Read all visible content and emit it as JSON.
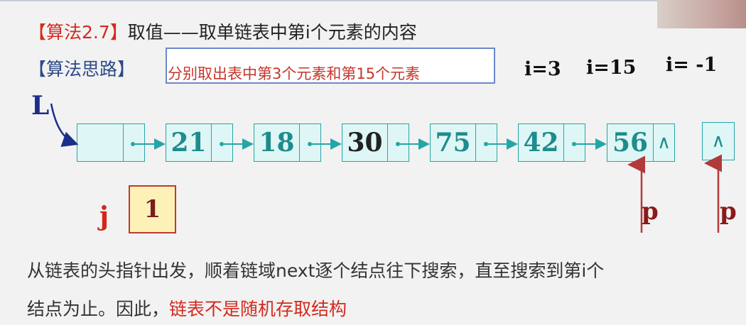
{
  "header": {
    "algo_tag": "【算法2.7】",
    "algo_title": "取值——取单链表中第i个元素的内容"
  },
  "idea": {
    "label": "【算法思路】",
    "text": "分别取出表中第3个元素和第15个元素"
  },
  "i_values": [
    "i=3",
    "i=15",
    "i= -1"
  ],
  "list": {
    "head_label": "L",
    "nodes": [
      "21",
      "18",
      "30",
      "75",
      "42",
      "56"
    ],
    "null_symbol": "∧"
  },
  "counter": {
    "label": "j",
    "value": "1"
  },
  "pointer_label": "p",
  "bottom": {
    "line1": "从链表的头指针出发，顺着链域next逐个结点往下搜索，直至搜索到第i个",
    "line2_prefix": "结点为止。因此，",
    "line2_highlight": "链表不是随机存取结构"
  },
  "colors": {
    "title_red": "#d42a1e",
    "node_border": "#25a6a6",
    "node_fill": "#dff6f6",
    "node_text": "#1e8c8c",
    "arrow_red": "#b23a3a",
    "head_blue": "#1a2e8a"
  }
}
